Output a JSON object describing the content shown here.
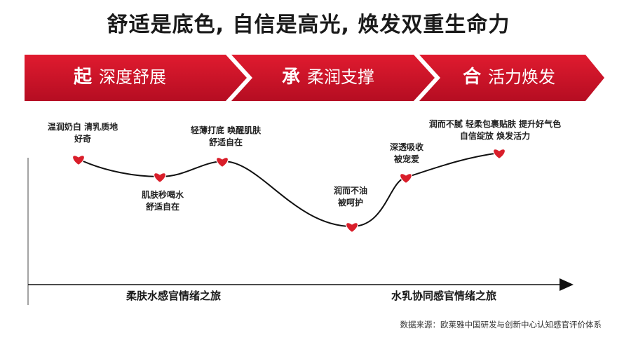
{
  "title": "舒适是底色, 自信是高光, 焕发双重生命力",
  "stages": [
    {
      "big": "起",
      "text": "深度舒展"
    },
    {
      "big": "承",
      "text": "柔润支撑"
    },
    {
      "big": "合",
      "text": "活力焕发"
    }
  ],
  "points": [
    {
      "label_lines": [
        "温润奶白 清乳质地",
        "好奇"
      ]
    },
    {
      "label_lines": [
        "肌肤秒喝水",
        "舒适自在"
      ]
    },
    {
      "label_lines": [
        "轻薄打底 唤醒肌肤",
        "舒适自在"
      ]
    },
    {
      "label_lines": [
        "润而不油",
        "被呵护"
      ]
    },
    {
      "label_lines": [
        "深透吸收",
        "被宠爱"
      ]
    },
    {
      "label_lines": [
        "润而不腻 轻柔包裹贴肤 提升好气色",
        "自信绽放 焕发活力"
      ]
    }
  ],
  "axis": {
    "left_label": "柔肤水感官情绪之旅",
    "right_label": "水乳协同感官情绪之旅"
  },
  "source": "数据来源：欧莱雅中国研发与创新中心认知感官评价体系",
  "colors": {
    "banner_red": "#c8102e",
    "heart": "#d91e2a",
    "curve": "#111111"
  }
}
